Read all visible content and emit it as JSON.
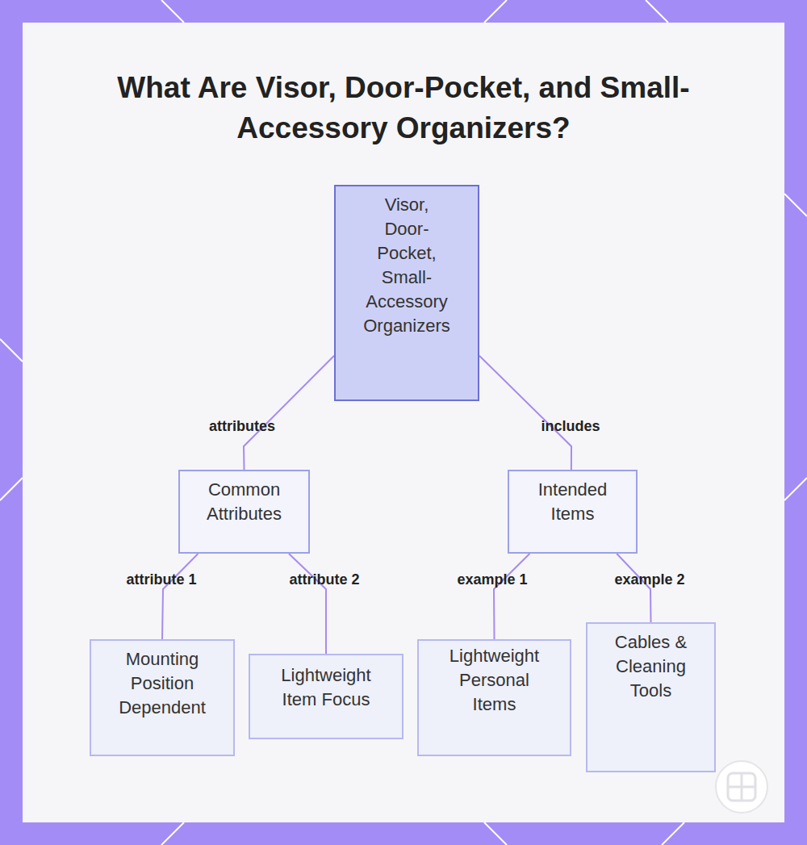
{
  "diagram": {
    "title": "What Are Visor, Door-Pocket, and Small-Accessory Organizers?",
    "nodes": [
      {
        "text": [
          "Visor, Door-Pocket, Small-Accessory Organizers"
        ]
      },
      {
        "text": [
          "Common Attributes"
        ]
      },
      {
        "text": [
          "Intended Items"
        ]
      },
      {
        "text": [
          "Mounting Position Dependent"
        ]
      },
      {
        "text": [
          "Lightweight Item Focus"
        ]
      },
      {
        "text": [
          "Lightweight Personal Items"
        ]
      },
      {
        "text": [
          "Cables & Cleaning Tools"
        ]
      }
    ],
    "edges": [
      {
        "from": 0,
        "to": 1,
        "label": "attributes",
        "arrow": "none"
      },
      {
        "from": 0,
        "to": 2,
        "label": "includes",
        "arrow": "none"
      },
      {
        "from": 1,
        "to": 3,
        "label": "attribute 1",
        "arrow": "none"
      },
      {
        "from": 1,
        "to": 4,
        "label": "attribute 2",
        "arrow": "none"
      },
      {
        "from": 2,
        "to": 5,
        "label": "example 1",
        "arrow": "none"
      },
      {
        "from": 2,
        "to": 6,
        "label": "example 2",
        "arrow": "none"
      }
    ]
  }
}
